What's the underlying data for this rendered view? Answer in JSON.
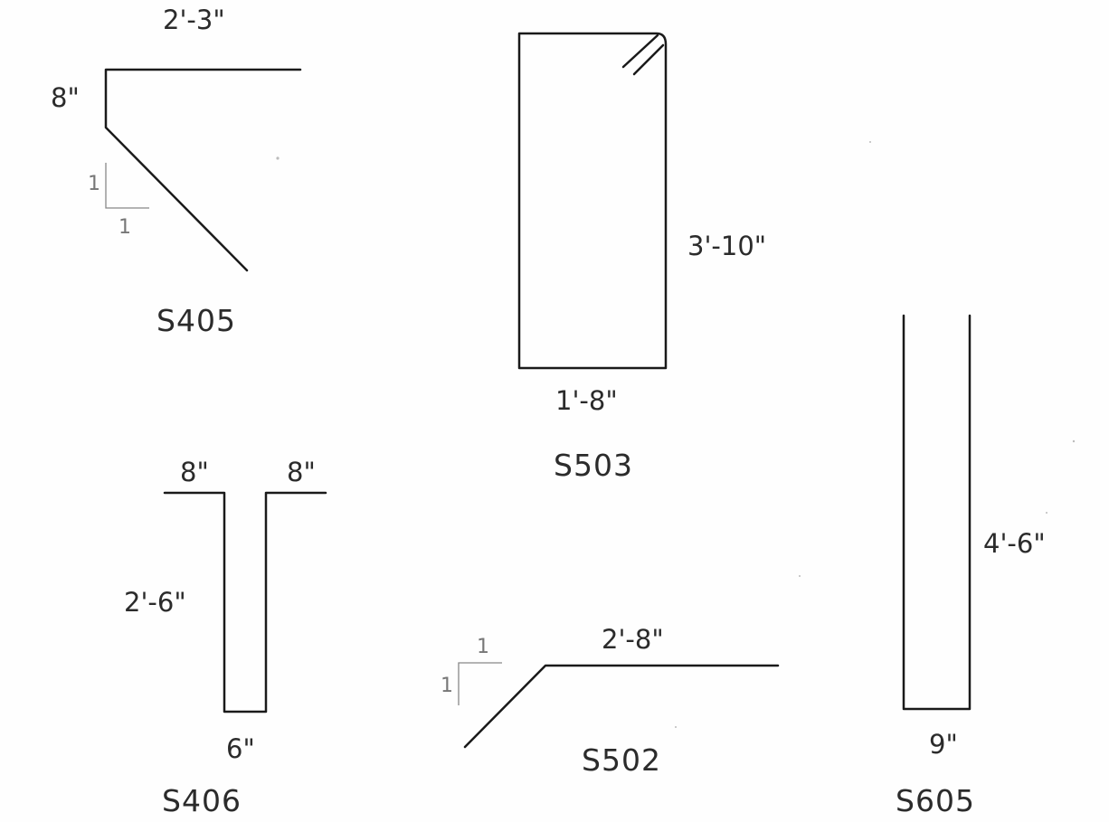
{
  "bars": [
    {
      "mark": "S405",
      "dims": [
        "2'-3\"",
        "8\""
      ],
      "slope": {
        "rise": "1",
        "run": "1"
      }
    },
    {
      "mark": "S503",
      "dims": [
        "3'-10\"",
        "1'-8\""
      ]
    },
    {
      "mark": "S406",
      "dims": [
        "8\"",
        "8\"",
        "2'-6\"",
        "6\""
      ]
    },
    {
      "mark": "S502",
      "dims": [
        "2'-8\""
      ],
      "slope": {
        "rise": "1",
        "run": "1"
      }
    },
    {
      "mark": "S605",
      "dims": [
        "4'-6\"",
        "9\""
      ]
    }
  ],
  "colors": {
    "line": "#1a1a1a",
    "text": "#2b2b2b",
    "slope_triangle": "#888888"
  }
}
